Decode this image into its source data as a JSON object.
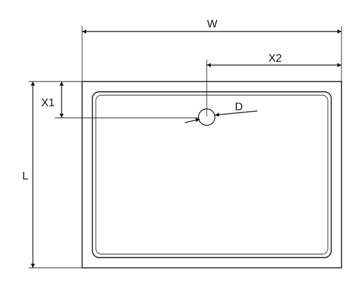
{
  "labels": {
    "width": "W",
    "length": "L",
    "drain_offset_x": "X2",
    "drain_offset_y": "X1",
    "drain_diameter": "D"
  }
}
